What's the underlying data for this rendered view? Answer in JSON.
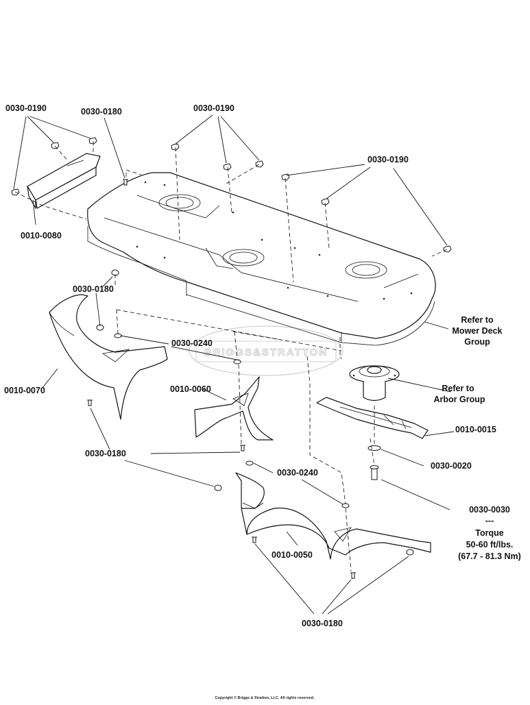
{
  "watermark": {
    "text": "BRIGGS&STRATTON"
  },
  "copyright": "Copyright © Briggs & Stratton, LLC. All rights reserved.",
  "labels": [
    {
      "id": "l0190a",
      "text": "0030-0190"
    },
    {
      "id": "l0180a",
      "text": "0030-0180"
    },
    {
      "id": "l0190b",
      "text": "0030-0190"
    },
    {
      "id": "l0190c",
      "text": "0030-0190"
    },
    {
      "id": "l0080",
      "text": "0010-0080"
    },
    {
      "id": "l0180b",
      "text": "0030-0180"
    },
    {
      "id": "l0240a",
      "text": "0030-0240"
    },
    {
      "id": "l0070",
      "text": "0010-0070"
    },
    {
      "id": "l0060",
      "text": "0010-0060"
    },
    {
      "id": "l0015",
      "text": "0010-0015"
    },
    {
      "id": "l0020",
      "text": "0030-0020"
    },
    {
      "id": "l0180c",
      "text": "0030-0180"
    },
    {
      "id": "l0240b",
      "text": "0030-0240"
    },
    {
      "id": "l0050",
      "text": "0010-0050"
    },
    {
      "id": "l0180d",
      "text": "0030-0180"
    }
  ],
  "refs": {
    "mower_deck": [
      "Refer to",
      "Mower Deck",
      "Group"
    ],
    "arbor": [
      "Refer to",
      "Arbor Group"
    ]
  },
  "torque_note": {
    "part": "0030-0030",
    "separator": "---",
    "title": "Torque",
    "value": "50-60 ft/lbs.",
    "metric": "(67.7 - 81.3 Nm)"
  }
}
